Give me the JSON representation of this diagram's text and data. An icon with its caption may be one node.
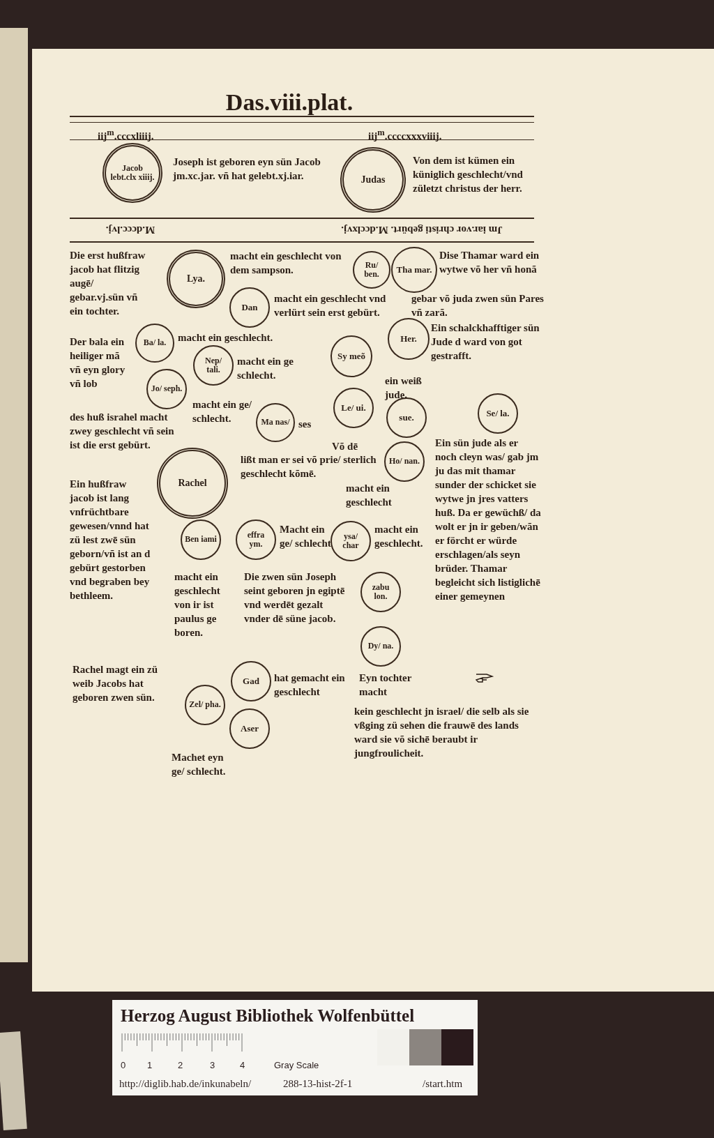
{
  "diagram": {
    "title": "Das.viii.plat.",
    "nodes": [
      {
        "text": [
          "Jacob lebt.clx xiiij."
        ],
        "beside": [
          "iij$^{m}$.cccxliiij.",
          "Joseph ist geboren eyn sün Jacob jm.xc.jar. vñ hat gelebt.xj.iar."
        ]
      },
      {
        "text": [
          "Judas"
        ],
        "beside": [
          "iij$^{m}$.ccccxxxviiij.",
          "Von dem ist kümen ein küniglich geschlecht/vnd zületzt christus der herr."
        ]
      },
      {
        "text": [
          "Lya."
        ],
        "beside": [
          "macht ein geschlecht von dem sampson."
        ]
      },
      {
        "text": [
          "Ru/ ben."
        ]
      },
      {
        "text": [
          "Tha mar."
        ],
        "beside": [
          "Dise Thamar ward ein wytwe võ her vñ honã",
          "gebar võ juda zwen sün Pares vñ zarã."
        ]
      },
      {
        "text": [
          "Dan"
        ],
        "beside": [
          "macht ein geschlecht vnd verlürt sein erst gebürt."
        ]
      },
      {
        "text": [
          "Ba/ la."
        ],
        "beside": [
          "Die erst hußfraw jacob hat flitzig augē/ gebar.vj.sün vñ ein tochter.",
          "Der bala ein heiliger mã vñ eyn glory vñ lob",
          "macht ein geschlecht."
        ]
      },
      {
        "text": [
          "Her."
        ],
        "beside": [
          "Ein schalckhafftiger sün Jude d ward von got gestrafft."
        ]
      },
      {
        "text": [
          "Nep/ tali."
        ],
        "beside": [
          "macht ein ge schlecht."
        ]
      },
      {
        "text": [
          "Sy meõ"
        ]
      },
      {
        "text": [
          "Jo/ seph."
        ],
        "beside": [
          "macht ein ge/ schlecht."
        ]
      },
      {
        "text": [
          "Le/ ui."
        ],
        "beside": [
          "Võ dē",
          "lißt man er sei võ prie/ sterlich geschlecht kõmē."
        ]
      },
      {
        "text": [
          "sue."
        ],
        "beside": [
          "ein weiß jude."
        ]
      },
      {
        "text": [
          "Se/ la."
        ],
        "beside": [
          "Ein sün jude als er noch cleyn was/ gab jm ju das mit thamar sunder der schicket sie wytwe jn jres vatters huß. Da er gewüchß/ da wolt er jn ir geben/wãn er förcht er würde erschlagen/als seyn brüder. Thamar begleicht sich listiglichē einer gemeynen"
        ]
      },
      {
        "text": [
          "Ma nas/"
        ],
        "beside": [
          "ses"
        ]
      },
      {
        "text": [
          "Ho/ nan."
        ],
        "beside": [
          "macht ein geschlecht"
        ]
      },
      {
        "text": [
          "Rachel"
        ],
        "beside": [
          "des huß israhel macht zwey geschlecht vñ sein ist die erst gebürt.",
          "Ein hußfraw jacob ist lang vnfrüchtbare gewesen/vnnd hat zü lest zwē sün geborn/vñ ist an d gebürt gestorben vnd begraben bey bethleem."
        ]
      },
      {
        "text": [
          "Ben iami"
        ],
        "beside": [
          "macht ein geschlecht von ir ist paulus ge boren."
        ]
      },
      {
        "text": [
          "effra ym."
        ],
        "beside": [
          "Macht ein ge/ schlecht"
        ]
      },
      {
        "text": [
          "ysa/ char"
        ],
        "beside": [
          "macht ein geschlecht."
        ]
      },
      {
        "text": [
          "zabu lon."
        ]
      },
      {
        "text": [
          "Dy/ na."
        ],
        "beside": [
          "Eyn tochter macht",
          "kein geschlecht jn israel/ die selb als sie vßging zü sehen die frauwē des lands ward sie võ sichē beraubt ir jungfroulicheit."
        ]
      },
      {
        "text": [
          "Gad"
        ],
        "beside": [
          "hat gemacht ein geschlecht"
        ]
      },
      {
        "text": [
          "Zel/ pha."
        ],
        "beside": [
          "Rachel magt ein zü weib Jacobs hat geboren zwen sün."
        ]
      },
      {
        "text": [
          "Aser"
        ],
        "beside": [
          "Machet eyn ge/ schlecht."
        ]
      }
    ],
    "labels": [
      "M.dccc.lvj.",
      "Jm iar.vor christi gebürt. M.dcclxvj.",
      "Die zwen sün Joseph seint geboren jn egiptē vnd werdēt gezalt vnder dē süne jacob.",
      "Herzog August Bibliothek Wolfenbüttel",
      "0",
      "1",
      "2",
      "3",
      "4",
      "Gray Scale",
      "http://diglib.hab.de/inkunabeln/",
      "288-13-hist-2f-1",
      "/start.htm"
    ]
  }
}
